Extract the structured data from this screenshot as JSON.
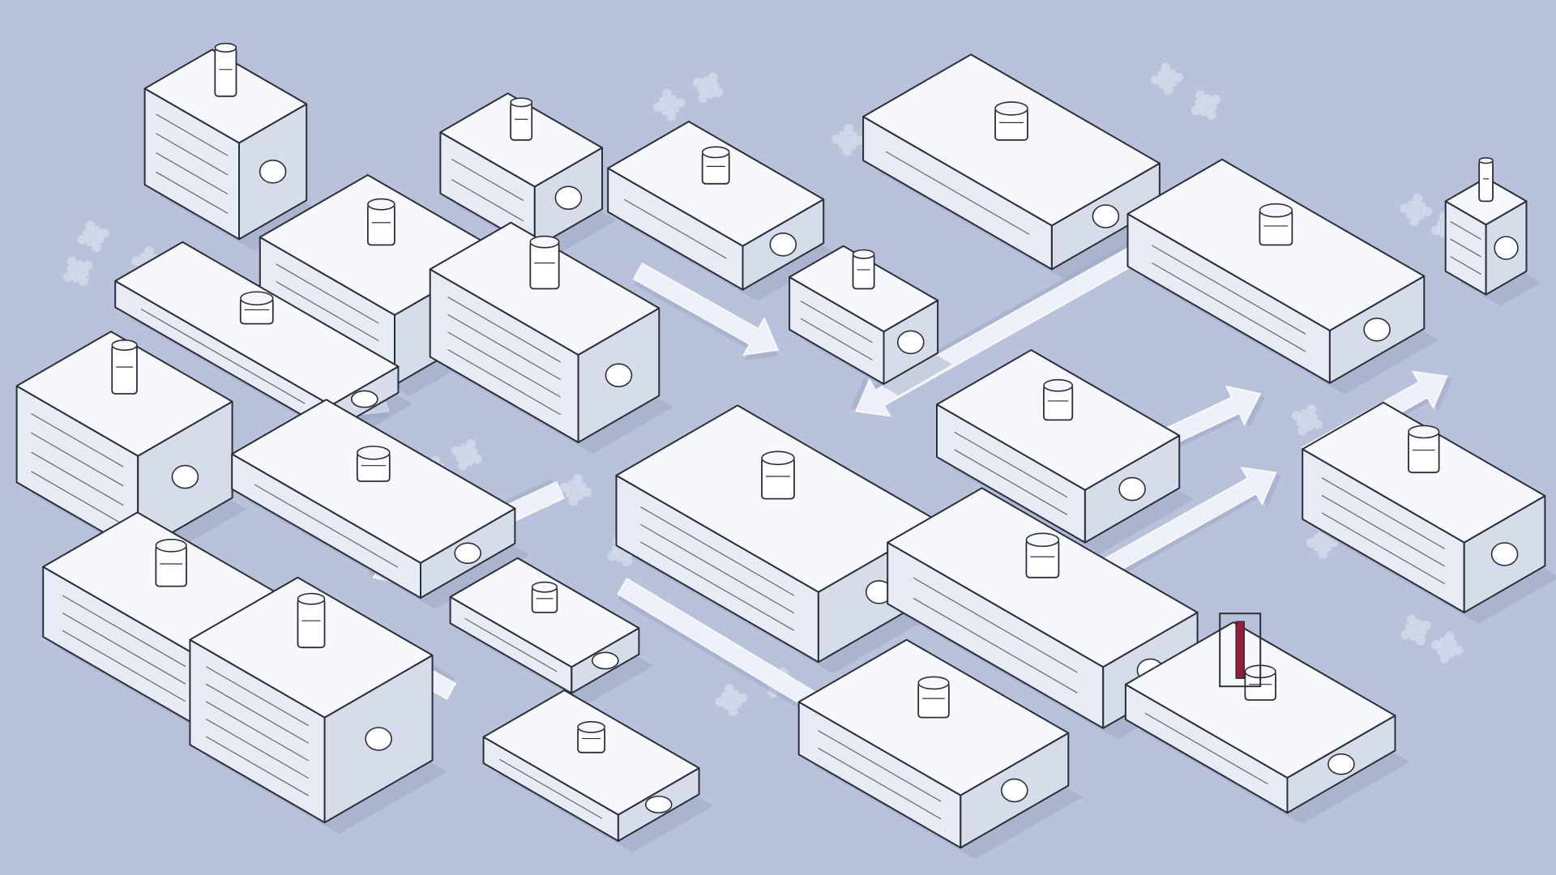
{
  "palette": {
    "background": "#b9c2da",
    "arrow": "#f1f4fb",
    "arrow_shadow": "#9ea9c8",
    "outline": "#2a2f3a",
    "face_top": "#f7f8fc",
    "face_left": "#e8ebf4",
    "face_right": "#d7dcea",
    "puzzle": "#d2d9ea",
    "accent": "#9b1b3a"
  },
  "machines": [
    {
      "id": "cabinet-pair",
      "icon": "cabinet-icon",
      "fx": 0.145,
      "fy": 0.22,
      "w": 0.07,
      "d": 0.05,
      "h": 0.11,
      "sub": "bottle-icon"
    },
    {
      "id": "bench-tools",
      "icon": "workbench-icon",
      "fx": 0.165,
      "fy": 0.4,
      "w": 0.16,
      "d": 0.05,
      "h": 0.03,
      "sub": "tool-icon"
    },
    {
      "id": "camera-unit",
      "icon": "camera-module-icon",
      "fx": 0.08,
      "fy": 0.56,
      "w": 0.09,
      "d": 0.07,
      "h": 0.11,
      "sub": "lens-icon"
    },
    {
      "id": "server-block",
      "icon": "server-icon",
      "fx": 0.11,
      "fy": 0.75,
      "w": 0.12,
      "d": 0.07,
      "h": 0.08,
      "sub": "panel-icon"
    },
    {
      "id": "storage-rack",
      "icon": "storage-rack-icon",
      "fx": 0.2,
      "fy": 0.86,
      "w": 0.1,
      "d": 0.08,
      "h": 0.12,
      "sub": "vent-icon"
    },
    {
      "id": "inspection-station",
      "icon": "inspection-icon",
      "fx": 0.24,
      "fy": 0.59,
      "w": 0.14,
      "d": 0.07,
      "h": 0.04,
      "sub": "monitor-icon"
    },
    {
      "id": "microscope-base",
      "icon": "microscope-icon",
      "fx": 0.245,
      "fy": 0.36,
      "w": 0.1,
      "d": 0.08,
      "h": 0.08,
      "sub": "drawer-icon"
    },
    {
      "id": "press-unit",
      "icon": "press-icon",
      "fx": 0.335,
      "fy": 0.23,
      "w": 0.07,
      "d": 0.05,
      "h": 0.07,
      "sub": "piston-icon"
    },
    {
      "id": "scanner-housing",
      "icon": "scanner-icon",
      "fx": 0.35,
      "fy": 0.43,
      "w": 0.11,
      "d": 0.06,
      "h": 0.1,
      "sub": "window-icon"
    },
    {
      "id": "tablet-console",
      "icon": "tablet-icon",
      "fx": 0.46,
      "fy": 0.26,
      "w": 0.1,
      "d": 0.06,
      "h": 0.05,
      "sub": "screen-icon"
    },
    {
      "id": "twin-modules",
      "icon": "module-icon",
      "fx": 0.555,
      "fy": 0.39,
      "w": 0.07,
      "d": 0.04,
      "h": 0.06,
      "sub": "dial-icon"
    },
    {
      "id": "control-terminal",
      "icon": "terminal-icon",
      "fx": 0.65,
      "fy": 0.21,
      "w": 0.14,
      "d": 0.08,
      "h": 0.05,
      "sub": "joystick-icon"
    },
    {
      "id": "hub-assembly",
      "icon": "hub-icon",
      "fx": 0.5,
      "fy": 0.65,
      "w": 0.15,
      "d": 0.09,
      "h": 0.08,
      "sub": "stack-icon"
    },
    {
      "id": "spool-machine",
      "icon": "spool-icon",
      "fx": 0.68,
      "fy": 0.54,
      "w": 0.11,
      "d": 0.07,
      "h": 0.06,
      "sub": "coil-icon"
    },
    {
      "id": "monitor-desk",
      "icon": "monitor-desk-icon",
      "fx": 0.82,
      "fy": 0.34,
      "w": 0.15,
      "d": 0.07,
      "h": 0.06,
      "sub": "document-icon"
    },
    {
      "id": "tower-speaker",
      "icon": "tower-icon",
      "fx": 0.955,
      "fy": 0.31,
      "w": 0.03,
      "d": 0.03,
      "h": 0.08,
      "sub": "speaker-icon"
    },
    {
      "id": "bottling-line",
      "icon": "bottle-line-icon",
      "fx": 0.915,
      "fy": 0.62,
      "w": 0.12,
      "d": 0.06,
      "h": 0.08,
      "sub": "valve-icon"
    },
    {
      "id": "conveyor-block",
      "icon": "conveyor-icon",
      "fx": 0.67,
      "fy": 0.73,
      "w": 0.16,
      "d": 0.07,
      "h": 0.07,
      "sub": "gear-icon"
    },
    {
      "id": "robot-cell",
      "icon": "robot-arm-icon",
      "fx": 0.81,
      "fy": 0.84,
      "w": 0.12,
      "d": 0.08,
      "h": 0.04,
      "sub": "gate-icon"
    },
    {
      "id": "assembly-table",
      "icon": "assembly-icon",
      "fx": 0.6,
      "fy": 0.88,
      "w": 0.12,
      "d": 0.08,
      "h": 0.06,
      "sub": "figure-icon"
    },
    {
      "id": "pump-station",
      "icon": "pump-icon",
      "fx": 0.38,
      "fy": 0.89,
      "w": 0.1,
      "d": 0.06,
      "h": 0.03,
      "sub": "pipe-icon"
    },
    {
      "id": "lathe-unit",
      "icon": "lathe-icon",
      "fx": 0.35,
      "fy": 0.73,
      "w": 0.09,
      "d": 0.05,
      "h": 0.03,
      "sub": "chuck-icon"
    }
  ],
  "arrows": [
    {
      "id": "arrow-1",
      "from": [
        0.12,
        0.33
      ],
      "to": [
        0.25,
        0.47
      ]
    },
    {
      "id": "arrow-2",
      "from": [
        0.41,
        0.31
      ],
      "to": [
        0.5,
        0.4
      ]
    },
    {
      "id": "arrow-3",
      "from": [
        0.75,
        0.27
      ],
      "to": [
        0.55,
        0.47
      ]
    },
    {
      "id": "arrow-4",
      "from": [
        0.36,
        0.56
      ],
      "to": [
        0.24,
        0.66
      ]
    },
    {
      "id": "arrow-5",
      "from": [
        0.29,
        0.79
      ],
      "to": [
        0.2,
        0.7
      ]
    },
    {
      "id": "arrow-6",
      "from": [
        0.4,
        0.67
      ],
      "to": [
        0.54,
        0.82
      ]
    },
    {
      "id": "arrow-7",
      "from": [
        0.68,
        0.68
      ],
      "to": [
        0.82,
        0.54
      ]
    },
    {
      "id": "arrow-8",
      "from": [
        0.75,
        0.5
      ],
      "to": [
        0.81,
        0.45
      ]
    },
    {
      "id": "arrow-9",
      "from": [
        0.84,
        0.52
      ],
      "to": [
        0.93,
        0.43
      ]
    },
    {
      "id": "arrow-10",
      "from": [
        0.54,
        0.64
      ],
      "to": [
        0.6,
        0.66
      ]
    }
  ],
  "puzzles": [
    [
      0.05,
      0.31
    ],
    [
      0.095,
      0.3
    ],
    [
      0.06,
      0.27
    ],
    [
      0.3,
      0.52
    ],
    [
      0.28,
      0.54
    ],
    [
      0.4,
      0.63
    ],
    [
      0.37,
      0.56
    ],
    [
      0.43,
      0.12
    ],
    [
      0.455,
      0.1
    ],
    [
      0.545,
      0.16
    ],
    [
      0.58,
      0.13
    ],
    [
      0.595,
      0.12
    ],
    [
      0.75,
      0.09
    ],
    [
      0.775,
      0.12
    ],
    [
      0.91,
      0.24
    ],
    [
      0.93,
      0.26
    ],
    [
      0.84,
      0.48
    ],
    [
      0.85,
      0.62
    ],
    [
      0.91,
      0.72
    ],
    [
      0.93,
      0.74
    ],
    [
      0.47,
      0.8
    ],
    [
      0.5,
      0.78
    ],
    [
      0.15,
      0.77
    ],
    [
      0.63,
      0.59
    ]
  ]
}
